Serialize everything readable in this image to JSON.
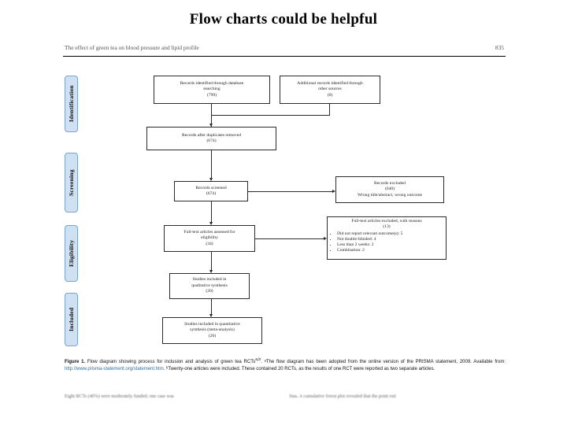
{
  "slide": {
    "title": "Flow charts could be helpful"
  },
  "page": {
    "running_head": "The effect of green tea on blood pressure and lipid profile",
    "page_number": "835"
  },
  "stages": [
    {
      "label": "Identification"
    },
    {
      "label": "Screening"
    },
    {
      "label": "Eligibility"
    },
    {
      "label": "Included"
    }
  ],
  "flow": {
    "db_search": {
      "line1": "Records identified through database",
      "line2": "searching",
      "count": "(799)"
    },
    "other_sources": {
      "line1": "Additional records identified through",
      "line2": "other sources",
      "count": "(0)"
    },
    "duplicates_removed": {
      "line1": "Records after duplicates removed",
      "count": "(674)"
    },
    "screened": {
      "line1": "Records screened",
      "count": "(674)"
    },
    "records_excluded": {
      "line1": "Records excluded",
      "count": "(640)",
      "line2": "Wrong title/abstract, wrong outcome"
    },
    "fulltext_assessed": {
      "line1": "Full-text articles assessed for",
      "line2": "eligibility",
      "count": "(34)"
    },
    "fulltext_excluded": {
      "title": "Full-text articles excluded, with reasons",
      "count": "(13)",
      "reasons": [
        "Did not report relevant outcome(s): 5",
        "Not double-blinded: 4",
        "Less than 2 weeks: 2",
        "Combination: 2"
      ]
    },
    "qualitative": {
      "line1": "Studies included in",
      "line2": "qualitative synthesis",
      "count": "(20)"
    },
    "quantitative": {
      "line1": "Studies included in quantitative",
      "line2": "synthesis (meta-analysis)",
      "count": "(20)"
    }
  },
  "caption": {
    "label": "Figure 1.",
    "text_1": "Flow diagram showing process for inclusion and analysis of green tea RCTs",
    "sup_1": "a,b",
    "text_2": ". ᵃThe flow diagram has been adopted from the online version of the PRISMA statement, 2009. Available from:",
    "link": "http://www.prisma-statement.org/statement.htm",
    "text_3": ". ᵇTwenty-one articles were included. These contained 20 RCTs, as the results of one RCT were reported as two separate articles."
  },
  "body": {
    "col1": "Eight RCTs (40%) were moderately funded; one case was",
    "col2": "bias. A cumulative forest plot revealed that the point esti"
  },
  "colors": {
    "stage_fill": "#cfe0f3",
    "stage_border": "#7ba3cf",
    "box_border": "#2a2a2a",
    "link": "#2f6ea8"
  }
}
